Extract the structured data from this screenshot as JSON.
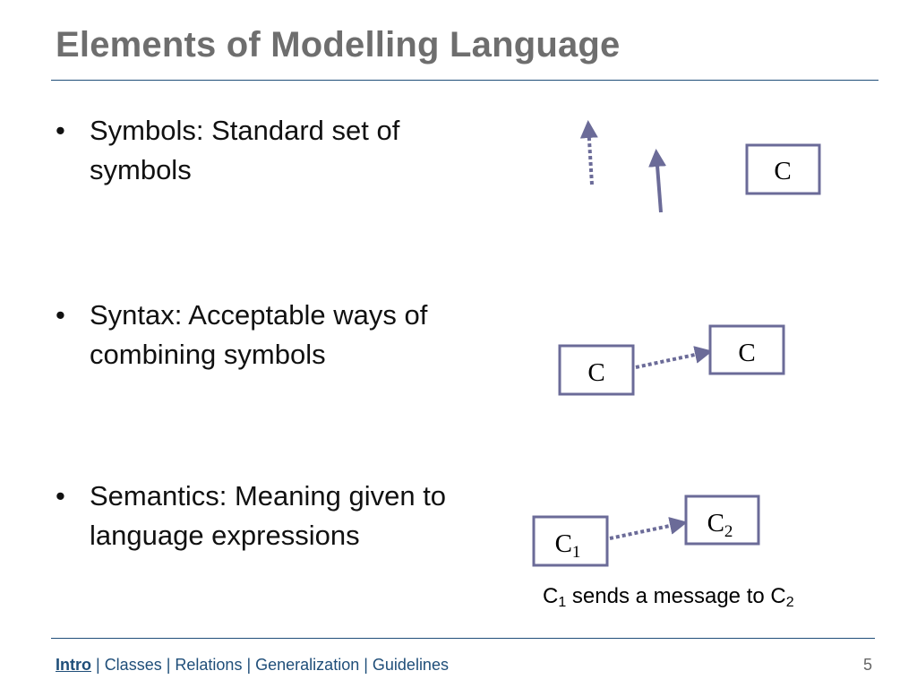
{
  "slide": {
    "title": "Elements of Modelling Language",
    "page_number": "5"
  },
  "bullets": [
    {
      "marker": "•",
      "text": "Symbols: Standard set of symbols"
    },
    {
      "marker": "•",
      "text": "Syntax: Acceptable ways of combining symbols"
    },
    {
      "marker": "•",
      "text": "Semantics: Meaning given to language expressions"
    }
  ],
  "diagrams": {
    "symbols": {
      "box_label": "C"
    },
    "syntax": {
      "box_left_label": "C",
      "box_right_label": "C"
    },
    "semantics": {
      "box_left_label": "C",
      "box_left_sub": "1",
      "box_right_label": "C",
      "box_right_sub": "2",
      "caption": {
        "c": "C",
        "sub1": "1",
        "middle": " sends a message to ",
        "c2": "C",
        "sub2": "2"
      }
    }
  },
  "footer": {
    "current": "Intro",
    "separator": " | ",
    "links": [
      "Classes",
      "Relations",
      "Generalization",
      "Guidelines"
    ]
  },
  "colors": {
    "title": "#6e6e6e",
    "shape_stroke": "#6b6b98",
    "rule": "#1f4e79"
  }
}
